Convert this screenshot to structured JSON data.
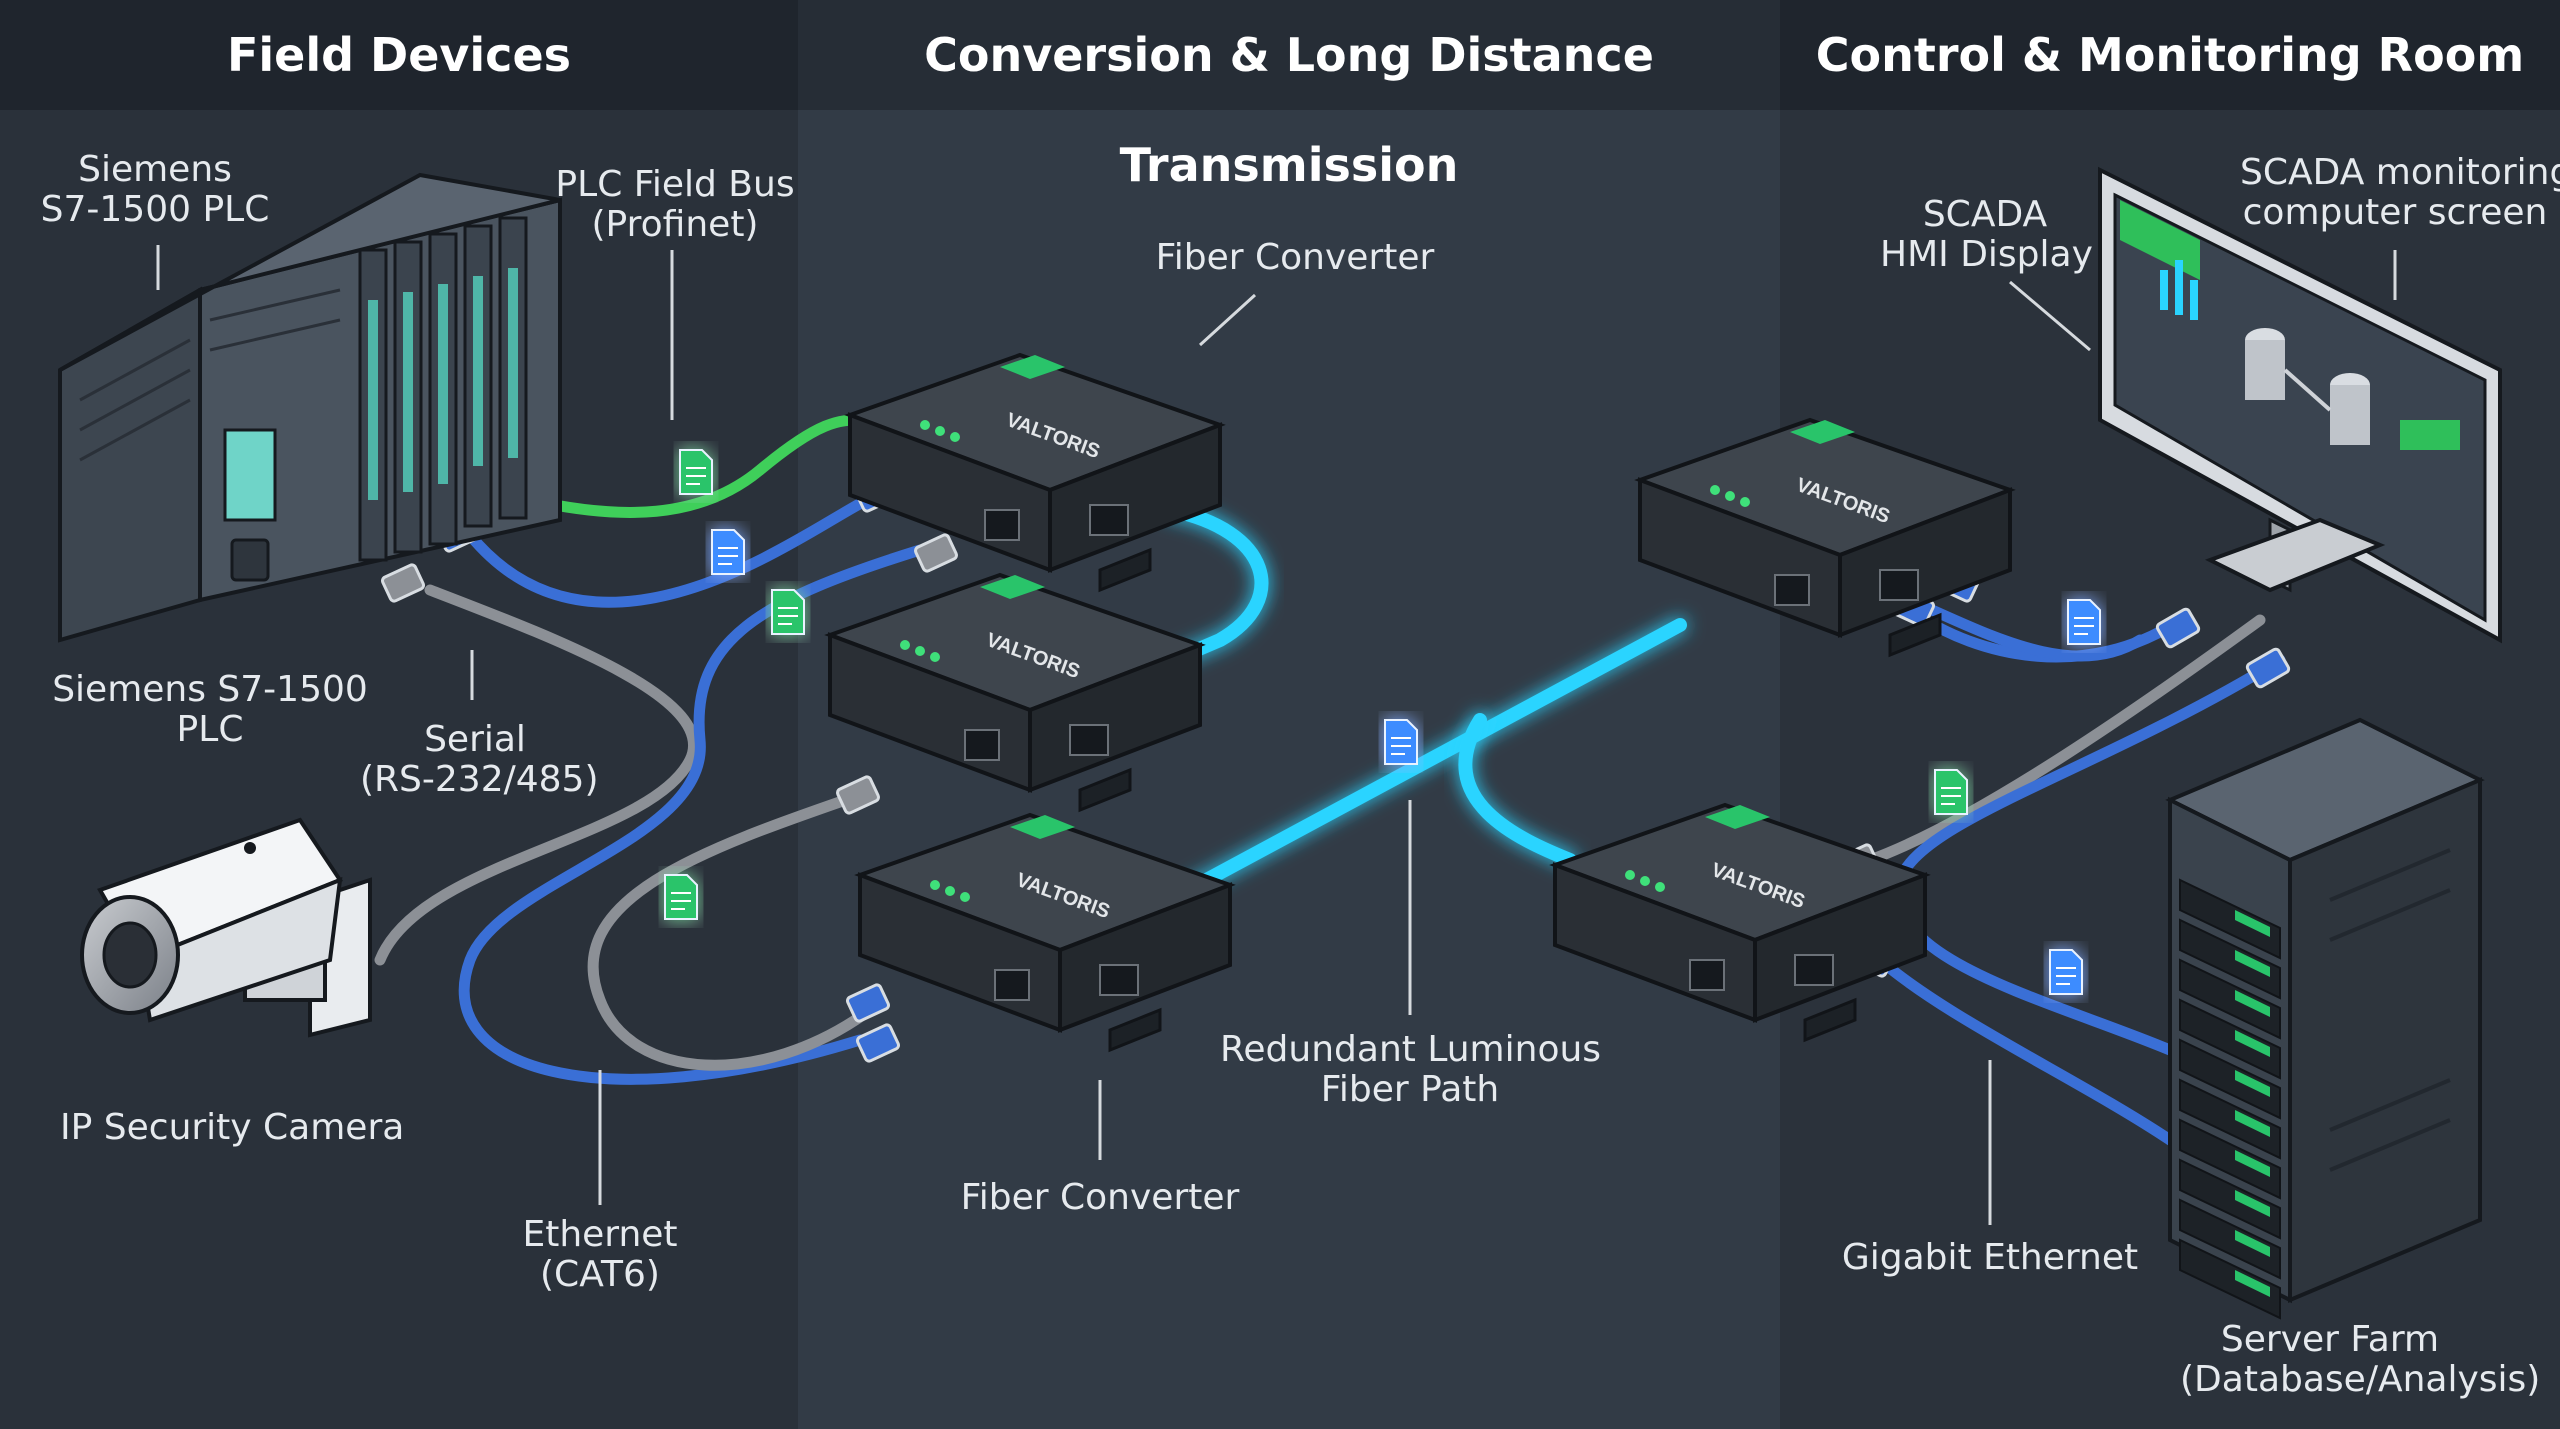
{
  "sections": {
    "field": "Field Devices",
    "conversion": "Conversion & Long Distance Transmission",
    "control": "Control & Monitoring Room"
  },
  "labels": {
    "plc_top": [
      "Siemens",
      "S7-1500 PLC"
    ],
    "plc_bottom": [
      "Siemens S7-1500",
      "PLC"
    ],
    "fieldbus": [
      "PLC Field Bus",
      "(Profinet)"
    ],
    "serial": [
      "Serial",
      "(RS-232/485)"
    ],
    "camera": [
      "IP Security Camera"
    ],
    "ethernet": [
      "Ethernet",
      "(CAT6)"
    ],
    "fiber_converter_top": [
      "Fiber Converter"
    ],
    "fiber_converter_bottom": [
      "Fiber Converter"
    ],
    "fiber_path": [
      "Redundant Luminous",
      "Fiber Path"
    ],
    "hmi": [
      "SCADA",
      "HMI Display"
    ],
    "scada_screen": [
      "SCADA monitoring",
      "computer screen"
    ],
    "gigabit": [
      "Gigabit Ethernet"
    ],
    "server": [
      "Server Farm",
      "(Database/Analysis)"
    ]
  },
  "device_text": {
    "converter_brand": "VALTORIS"
  },
  "colors": {
    "background": "#2a313a",
    "middle_panel": "#323b46",
    "header": "#1f252d",
    "fiber_glow": "#2ad4ff",
    "ethernet_cable": "#3a6fd6",
    "fieldbus_cable": "#3fcf5a",
    "serial_cable": "#8c9096",
    "accent_green": "#29c46a",
    "doc_blue": "#3d8cff"
  }
}
